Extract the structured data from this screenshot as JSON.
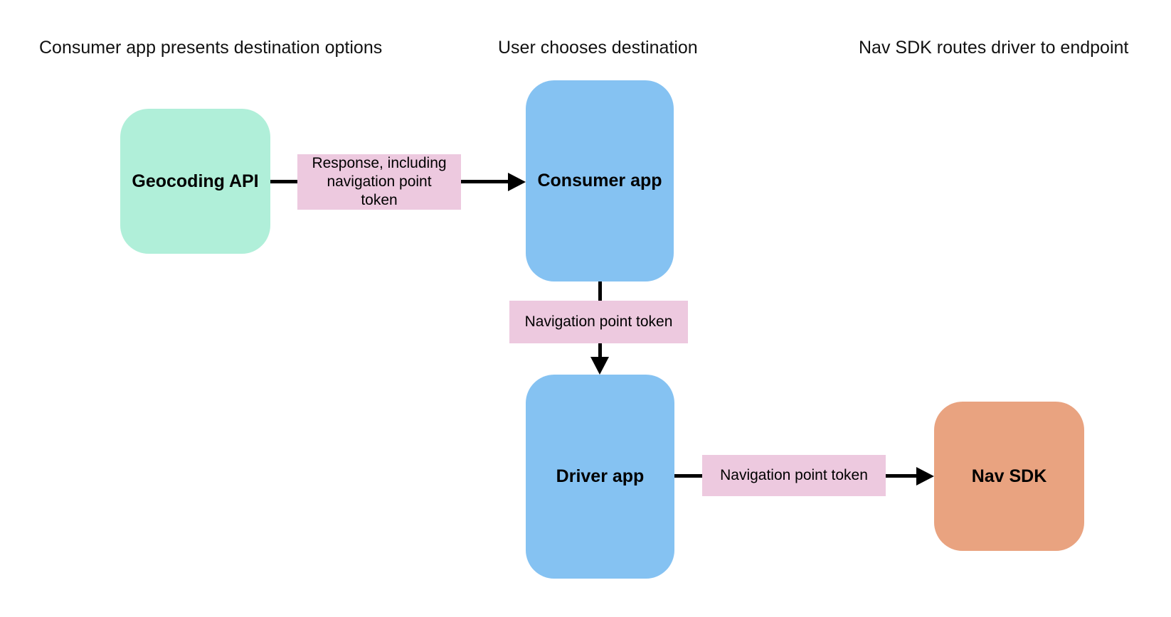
{
  "diagram": {
    "background": "#ffffff",
    "arrow_color": "#000000",
    "text_color": "#000000",
    "lane_headers": [
      {
        "label": "Consumer app presents destination options"
      },
      {
        "label": "User chooses destination"
      },
      {
        "label": "Nav SDK routes driver to endpoint"
      }
    ],
    "nodes": [
      {
        "id": "geocoding-api",
        "label": "Geocoding API",
        "fill": "#b0efd9"
      },
      {
        "id": "consumer-app",
        "label": "Consumer app",
        "fill": "#85c2f2"
      },
      {
        "id": "driver-app",
        "label": "Driver app",
        "fill": "#85c2f2"
      },
      {
        "id": "nav-sdk",
        "label": "Nav SDK",
        "fill": "#e9a380"
      }
    ],
    "edges": [
      {
        "from": "Geocoding API",
        "to": "Consumer app",
        "label": "Response, including navigation point token",
        "label_fill": "#edc9df",
        "direction": "right"
      },
      {
        "from": "Consumer app",
        "to": "Driver app",
        "label": "Navigation point token",
        "label_fill": "#edc9df",
        "direction": "down"
      },
      {
        "from": "Driver app",
        "to": "Nav SDK",
        "label": "Navigation point token",
        "label_fill": "#edc9df",
        "direction": "right"
      }
    ]
  }
}
